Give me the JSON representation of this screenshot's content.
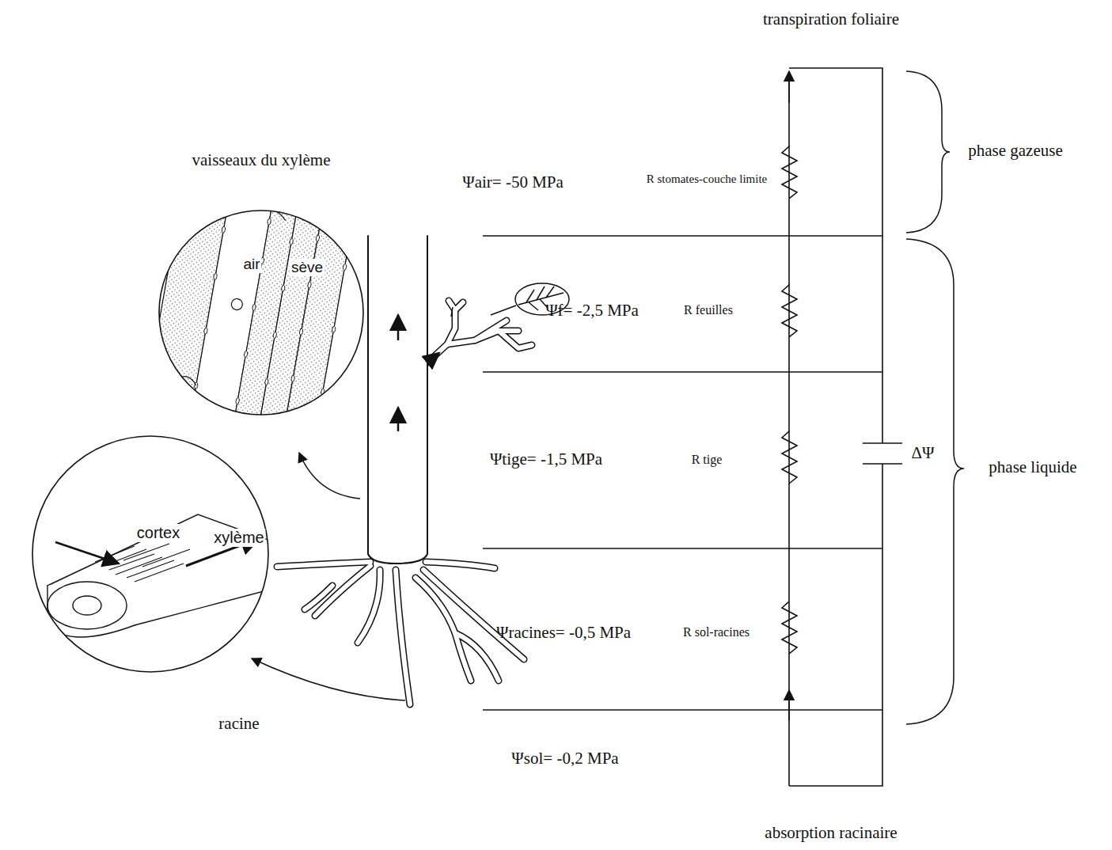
{
  "diagram": {
    "nodes": [
      {
        "text": [
          "vaisseaux du xylème",
          "air",
          "sève"
        ]
      },
      {
        "text": [
          "cortex",
          "xylème",
          "racine"
        ]
      }
    ],
    "labels": [
      "transpiration foliaire",
      "phase gazeuse",
      "phase liquide",
      "absorption racinaire",
      "Ψair= -50 MPa",
      "R stomates-couche limite",
      "Ψf= -2,5 MPa",
      "R feuilles",
      "Ψtige= -1,5 MPa",
      "R tige",
      "Ψracines= -0,5 MPa",
      "R sol-racines",
      "Ψsol= -0,2 MPa",
      "ΔΨ"
    ]
  }
}
